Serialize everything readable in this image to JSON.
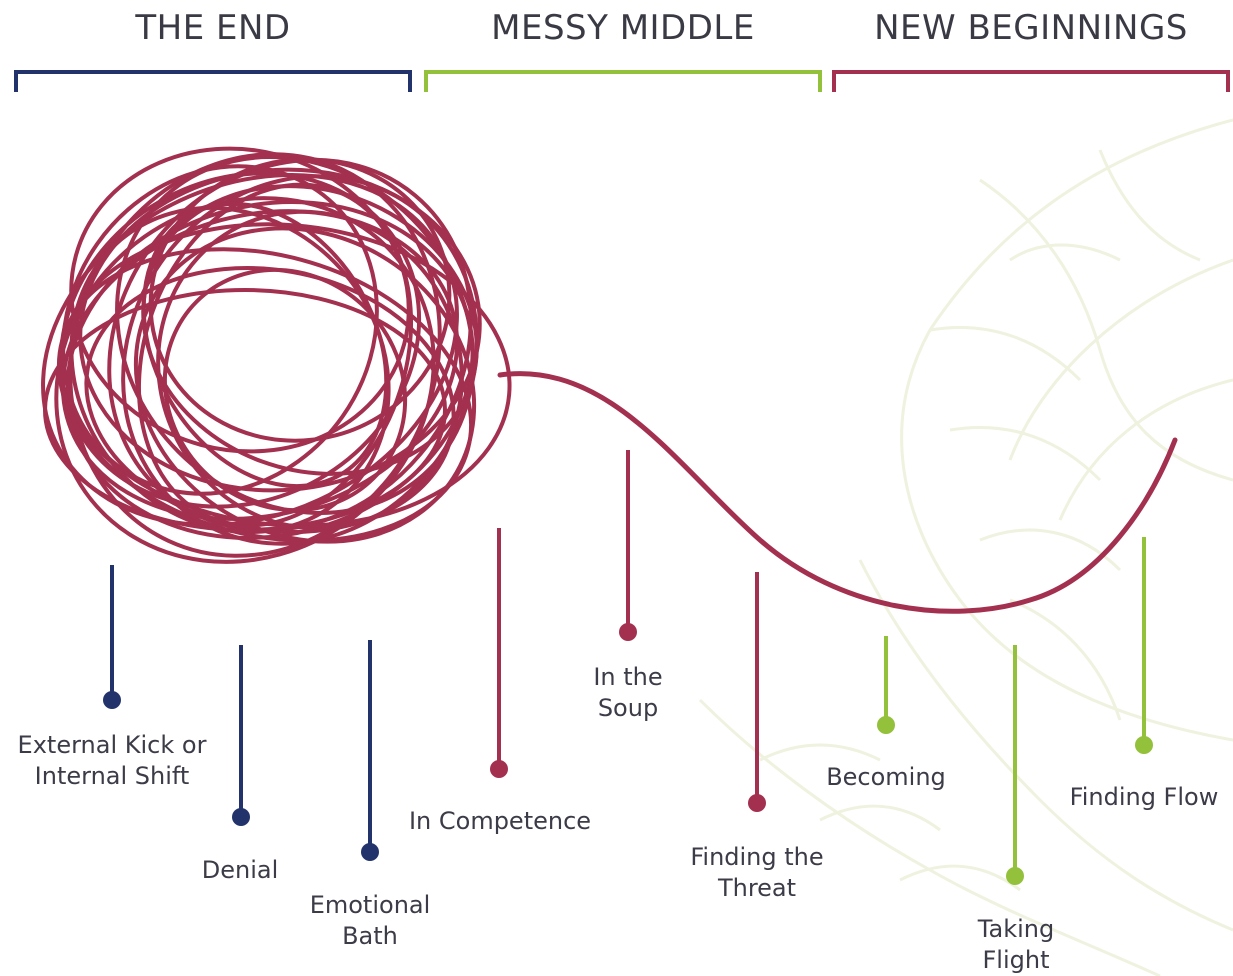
{
  "colors": {
    "end": "#22336b",
    "middle": "#93c13b",
    "beginnings": "#a3304f",
    "text": "#3c3c48",
    "leaf": "#eef2de"
  },
  "phases": {
    "end": {
      "title": "THE END"
    },
    "middle": {
      "title": "MESSY MIDDLE"
    },
    "beginnings": {
      "title": "NEW BEGINNINGS"
    }
  },
  "stages": [
    {
      "label": [
        "External Kick or",
        "Internal Shift"
      ],
      "phase": "end"
    },
    {
      "label": [
        "Denial"
      ],
      "phase": "end"
    },
    {
      "label": [
        "Emotional",
        "Bath"
      ],
      "phase": "end"
    },
    {
      "label": [
        "In Competence"
      ],
      "phase": "beginnings"
    },
    {
      "label": [
        "In the",
        "Soup"
      ],
      "phase": "beginnings"
    },
    {
      "label": [
        "Finding the",
        "Threat"
      ],
      "phase": "beginnings"
    },
    {
      "label": [
        "Becoming"
      ],
      "phase": "middle"
    },
    {
      "label": [
        "Taking",
        "Flight"
      ],
      "phase": "middle"
    },
    {
      "label": [
        "Finding Flow"
      ],
      "phase": "middle"
    }
  ]
}
